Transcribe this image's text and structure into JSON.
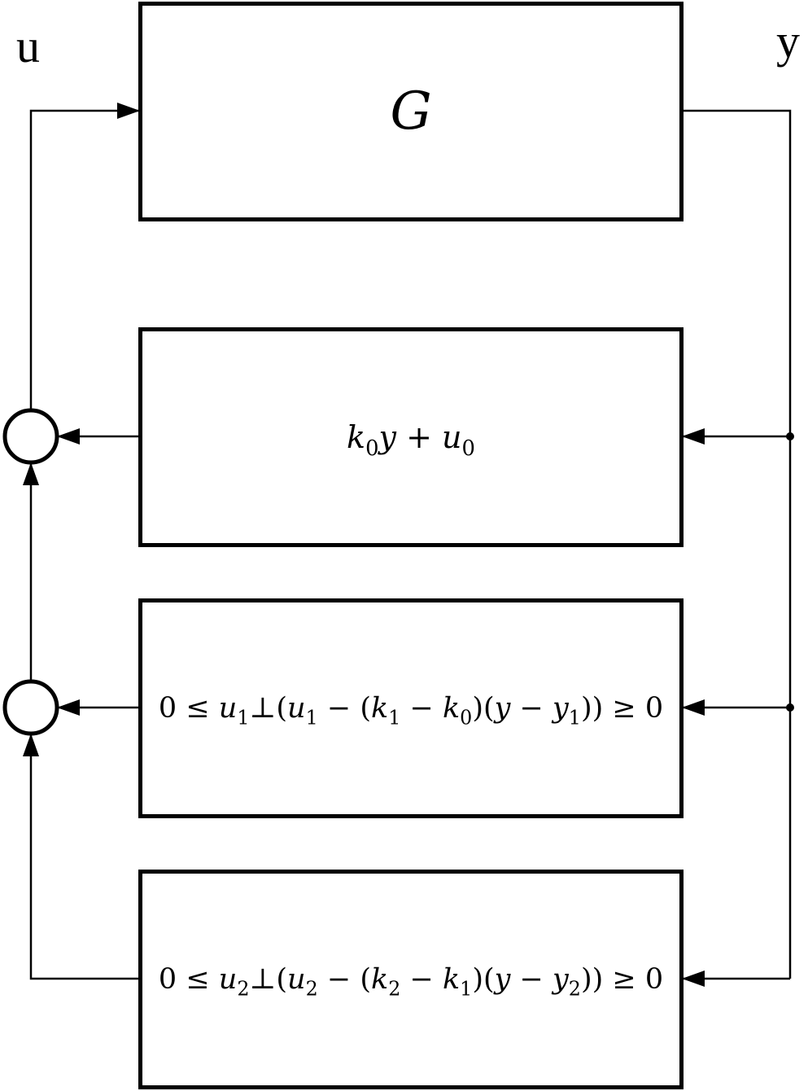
{
  "signals": {
    "input": "u",
    "output": "y"
  },
  "blocks": {
    "plant": {
      "name": "G"
    },
    "linear": {
      "k": "k",
      "k_sub": "0",
      "y": "y",
      "plus": "+",
      "u": "u",
      "u_sub": "0"
    },
    "comp1": {
      "zero_left": "0",
      "le": "≤",
      "u": "u",
      "u_sub": "1",
      "perp": "⊥",
      "open": "(",
      "u2": "u",
      "u2_sub": "1",
      "minus1": "−",
      "open2": "((",
      "ka": "k",
      "ka_sub": "1",
      "minus2": "−",
      "kb": "k",
      "kb_sub": "0",
      "mid": ")(",
      "y": "y",
      "minus3": "−",
      "yb": "y",
      "yb_sub": "1",
      "close": ")) ≥ 0"
    },
    "comp2": {
      "zero_left": "0",
      "le": "≤",
      "u": "u",
      "u_sub": "2",
      "perp": "⊥",
      "open": "(",
      "u2": "u",
      "u2_sub": "2",
      "minus1": "−",
      "open2": "((",
      "ka": "k",
      "ka_sub": "2",
      "minus2": "−",
      "kb": "k",
      "kb_sub": "1",
      "mid": ")(",
      "y": "y",
      "minus3": "−",
      "yb": "y",
      "yb_sub": "2",
      "close": ")) ≥ 0"
    }
  }
}
